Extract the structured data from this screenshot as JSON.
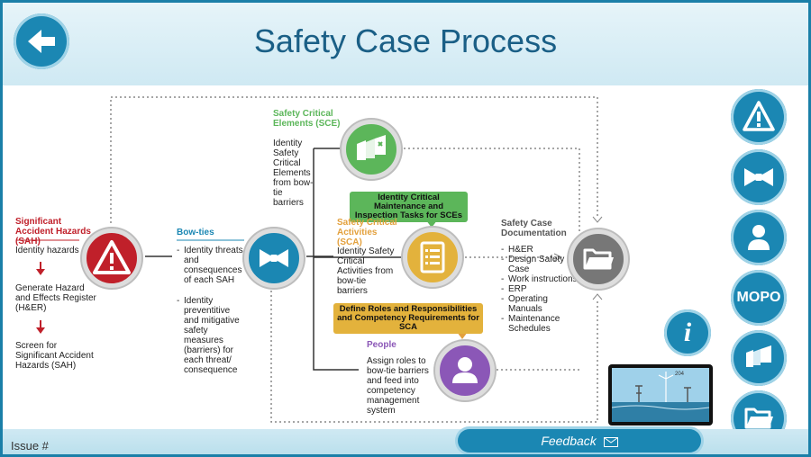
{
  "header": {
    "title": "Safety Case Process"
  },
  "sah": {
    "heading": "Significant Accident Hazards (SAH)",
    "steps": [
      "Identity hazards",
      "Generate Hazard and Effects Register (H&ER)",
      "Screen for Significant Accident Hazards (SAH)"
    ]
  },
  "bowties": {
    "heading": "Bow-ties",
    "items": [
      "Identity threats and consequences of each SAH",
      "Identity preventitive and mitigative safety measures (barriers) for each threat/ consequence"
    ]
  },
  "sce": {
    "heading": "Safety Critical Elements (SCE)",
    "text": "Identity Safety Critical Elements from bow-tie barriers"
  },
  "banner_sce": "Identity Critical Maintenance and Inspection Tasks for SCEs",
  "sca": {
    "heading": "Safety Critical Activities (SCA)",
    "text": "Identity Safety Critical Activities from bow-tie barriers"
  },
  "banner_sca": "Define Roles and Responsibilities and Competency Requirements for SCA",
  "people": {
    "heading": "People",
    "text": "Assign roles to bow-tie barriers and feed into competency management system"
  },
  "scd": {
    "heading": "Safety Case Documentation",
    "items": [
      "H&ER",
      "Design Safety Case",
      "Work instructions",
      "ERP",
      "Operating Manuals",
      "Maintenance Schedules"
    ]
  },
  "side": {
    "mopo_label": "MOPO",
    "info_label": "i"
  },
  "footer": {
    "issue_label": "Issue #",
    "feedback_label": "Feedback"
  },
  "thumb": {
    "label": "204"
  },
  "colors": {
    "sah": "#c0202a",
    "bowtie": "#1b87b3",
    "sce": "#5cb65a",
    "sca": "#e3b23c",
    "people": "#8b57b7",
    "doc": "#777777",
    "accent": "#1b87b3"
  },
  "icons": {
    "back": "arrow-left-icon",
    "sah": "warning-triangle-icon",
    "bowtie": "bow-tie-icon",
    "sce": "sce-blocks-icon",
    "sca": "checklist-icon",
    "people": "person-icon",
    "doc": "folder-icon",
    "feedback": "envelope-icon"
  }
}
